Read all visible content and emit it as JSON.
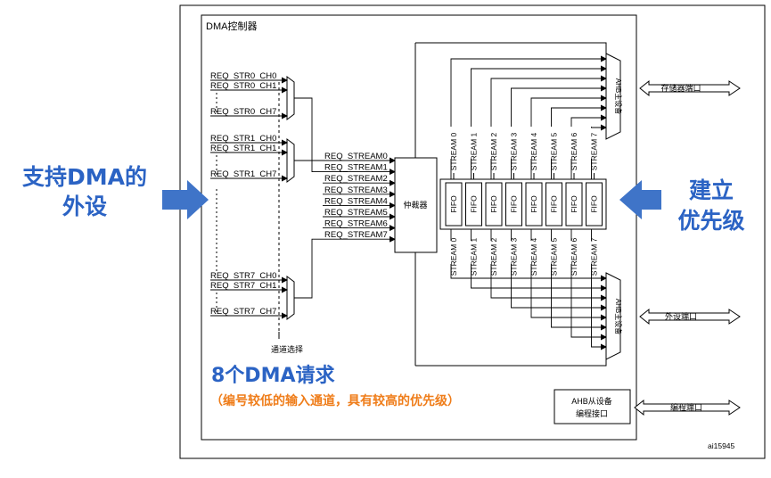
{
  "controller_title": "DMA控制器",
  "request_groups": [
    {
      "labels": [
        "REQ_STR0_CH0",
        "REQ_STR0_CH1",
        "REQ_STR0_CH7"
      ]
    },
    {
      "labels": [
        "REQ_STR1_CH0",
        "REQ_STR1_CH1",
        "REQ_STR1_CH7"
      ]
    },
    {
      "labels": [
        "REQ_STR7_CH0",
        "REQ_STR7_CH1",
        "REQ_STR7_CH7"
      ]
    }
  ],
  "channel_select_label": "通道选择",
  "streams": [
    "REQ_STREAM0",
    "REQ_STREAM1",
    "REQ_STREAM2",
    "REQ_STREAM3",
    "REQ_STREAM4",
    "REQ_STREAM5",
    "REQ_STREAM6",
    "REQ_STREAM7"
  ],
  "arbiter_label": "仲裁器",
  "stream_labels": [
    "STREAM 0",
    "STREAM 1",
    "STREAM 2",
    "STREAM 3",
    "STREAM 4",
    "STREAM 5",
    "STREAM 6",
    "STREAM 7"
  ],
  "fifo_label": "FIFO",
  "ahb_master_label": "AHB主设备",
  "ports": {
    "memory": "存储器端口",
    "peripheral": "外设端口",
    "programming": "编程端口"
  },
  "ahb_slave": {
    "line1": "AHB从设备",
    "line2": "编程接口"
  },
  "figure_id": "ai15945",
  "annotations": {
    "left_line1": "支持DMA的",
    "left_line2": "外设",
    "right_line1": "建立",
    "right_line2": "优先级",
    "requests_title": "8个DMA请求",
    "requests_note": "（编号较低的输入通道，具有较高的优先级）"
  },
  "colors": {
    "annotation_blue": "#2b63c4",
    "annotation_orange": "#ef7d1a",
    "arrow_blue": "#3f74c8"
  }
}
